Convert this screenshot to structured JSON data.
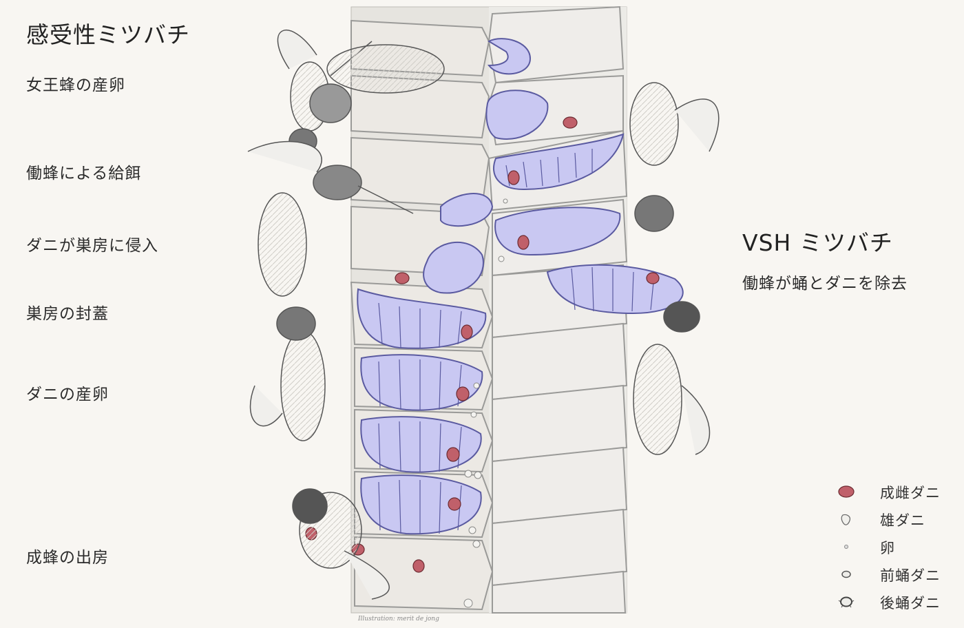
{
  "left": {
    "title": "感受性ミツバチ",
    "stages": [
      "女王蜂の産卵",
      "働蜂による給餌",
      "ダニが巣房に侵入",
      "巣房の封蓋",
      "ダニの産卵",
      "成蜂の出房"
    ]
  },
  "right": {
    "title": "VSH ミツバチ",
    "subtitle": "働蜂が蛹とダニを除去"
  },
  "legend": {
    "items": [
      {
        "label": "成雌ダニ",
        "icon": "adult-female-mite-icon"
      },
      {
        "label": "雄ダニ",
        "icon": "male-mite-icon"
      },
      {
        "label": "卵",
        "icon": "egg-icon"
      },
      {
        "label": "前蛹ダニ",
        "icon": "protonymph-mite-icon"
      },
      {
        "label": "後蛹ダニ",
        "icon": "deutonymph-mite-icon"
      }
    ]
  },
  "colors": {
    "larva": "#c9c8f2",
    "larva_stroke": "#5a5aa0",
    "mite": "#c0606a",
    "cell_wall": "#9a9a98",
    "cell_fill": "#e9e7e3",
    "bee": "#6a6a6a"
  },
  "credit": "Illustration: merit de jong"
}
